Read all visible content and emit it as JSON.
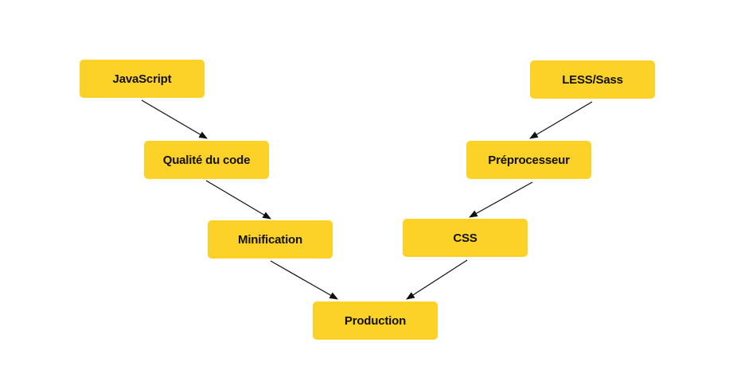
{
  "colors": {
    "node_fill": "#FDD228",
    "edge": "#111111",
    "background": "#FFFFFF"
  },
  "nodes": {
    "javascript": "JavaScript",
    "qualite": "Qualité du code",
    "minification": "Minification",
    "production": "Production",
    "lesssass": "LESS/Sass",
    "preprocesseur": "Préprocesseur",
    "css": "CSS"
  },
  "edges": [
    {
      "from": "javascript",
      "to": "qualite"
    },
    {
      "from": "qualite",
      "to": "minification"
    },
    {
      "from": "minification",
      "to": "production"
    },
    {
      "from": "lesssass",
      "to": "preprocesseur"
    },
    {
      "from": "preprocesseur",
      "to": "css"
    },
    {
      "from": "css",
      "to": "production"
    }
  ]
}
